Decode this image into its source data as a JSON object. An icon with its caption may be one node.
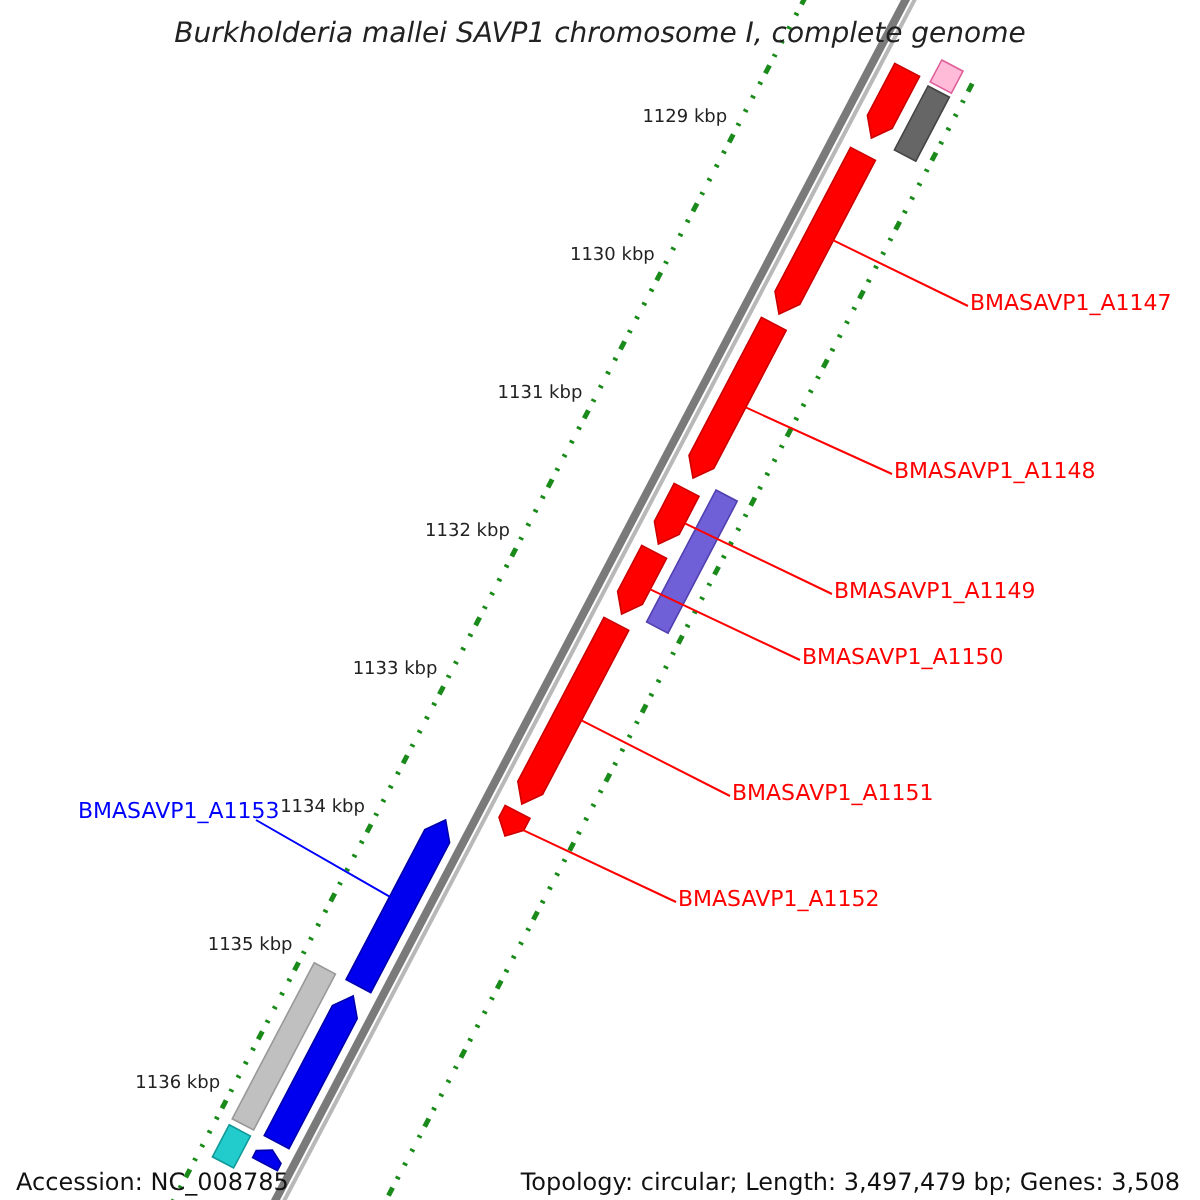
{
  "diagram": {
    "title": "Burkholderia mallei SAVP1 chromosome I, complete genome",
    "nodes": [
      {
        "text": [
          "BMASAVP1_A1147"
        ]
      },
      {
        "text": [],
        "shape": "bar"
      },
      {
        "text": [
          "BMASAVP1_A1148"
        ]
      },
      {
        "text": [],
        "shape": "bar"
      },
      {
        "text": [
          "BMASAVP1_A1149"
        ]
      },
      {
        "text": [],
        "shape": "bar"
      },
      {
        "text": [
          "BMASAVP1_A1150"
        ]
      },
      {
        "text": [],
        "shape": "bar"
      },
      {
        "text": [
          "BMASAVP1_A1151"
        ]
      },
      {
        "text": [],
        "shape": "bar"
      },
      {
        "text": [
          "BMASAVP1_A1152"
        ]
      },
      {
        "text": [],
        "shape": "bar"
      },
      {
        "text": [
          "BMASAVP1_A1153"
        ]
      },
      {
        "text": [],
        "shape": "bar"
      },
      {
        "text": [],
        "shape": "bar"
      },
      {
        "text": [],
        "shape": "bar"
      },
      {
        "text": [],
        "shape": "bar"
      },
      {
        "text": [],
        "shape": "bar"
      },
      {
        "text": [],
        "shape": "bar"
      },
      {
        "text": [],
        "shape": "bar"
      },
      {
        "text": [],
        "shape": "bar"
      },
      {
        "text": [],
        "shape": "bar"
      }
    ],
    "edges": [
      {
        "from": 0,
        "to": 1,
        "arrow": "none"
      },
      {
        "from": 2,
        "to": 3,
        "arrow": "none"
      },
      {
        "from": 4,
        "to": 5,
        "arrow": "none"
      },
      {
        "from": 6,
        "to": 7,
        "arrow": "none"
      },
      {
        "from": 8,
        "to": 9,
        "arrow": "none"
      },
      {
        "from": 10,
        "to": 11,
        "arrow": "none"
      },
      {
        "from": 12,
        "to": 13,
        "arrow": "none",
        "color": "#0000ff"
      }
    ],
    "labels": [
      "1129 kbp",
      "1130 kbp",
      "1131 kbp",
      "1132 kbp",
      "1133 kbp",
      "1134 kbp",
      "1135 kbp",
      "1136 kbp",
      "Accession: NC_008785",
      "Topology: circular; Length: 3,497,479 bp; Genes: 3,508"
    ]
  }
}
